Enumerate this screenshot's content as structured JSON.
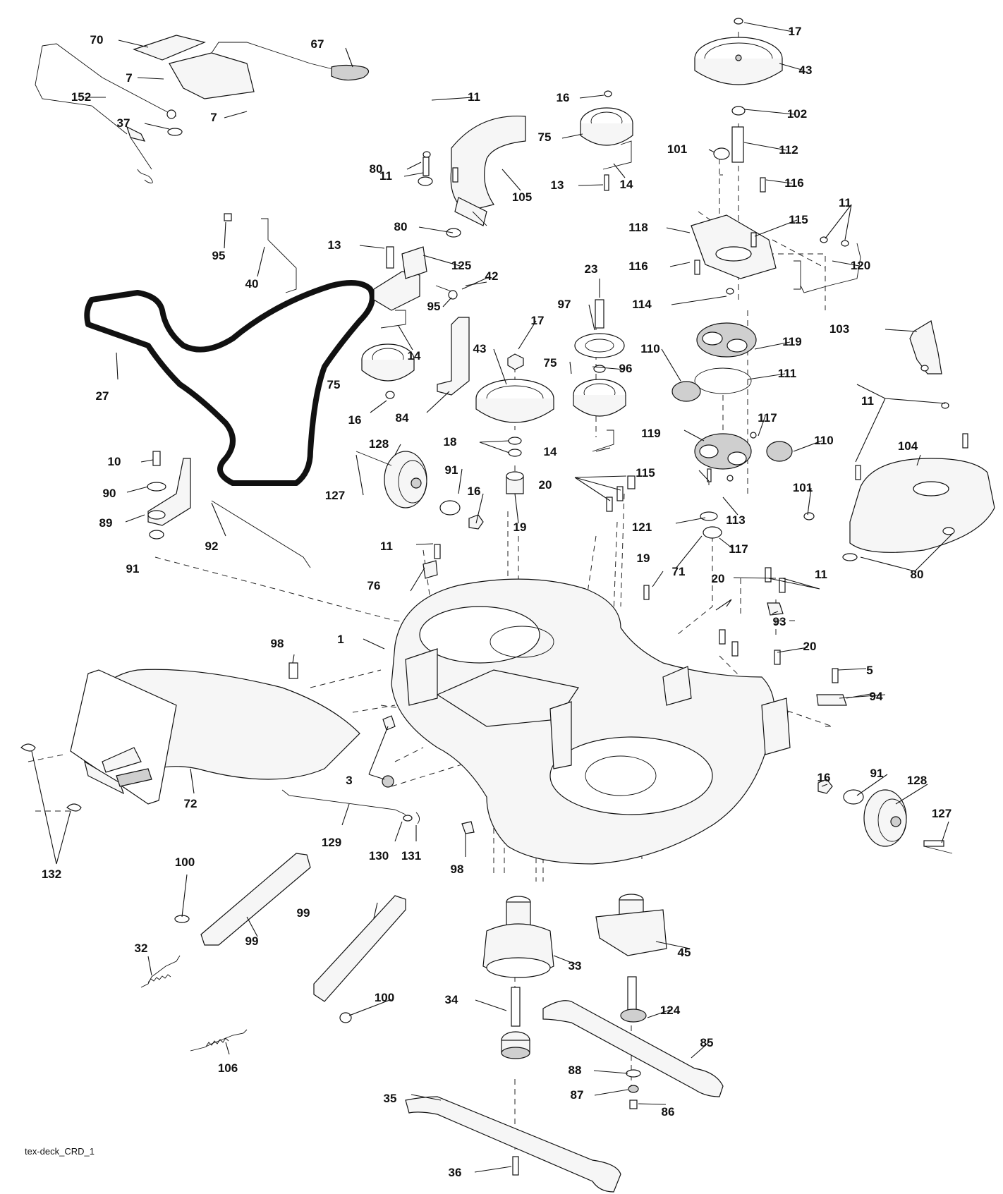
{
  "diagram": {
    "caption": "tex-deck_CRD_1",
    "callouts": [
      {
        "id": "c70",
        "text": "70"
      },
      {
        "id": "c67",
        "text": "67"
      },
      {
        "id": "c7a",
        "text": "7"
      },
      {
        "id": "c7b",
        "text": "7"
      },
      {
        "id": "c152",
        "text": "152"
      },
      {
        "id": "c37",
        "text": "37"
      },
      {
        "id": "c11a",
        "text": "11"
      },
      {
        "id": "c16a",
        "text": "16"
      },
      {
        "id": "c75a",
        "text": "75"
      },
      {
        "id": "c80a",
        "text": "80"
      },
      {
        "id": "c105",
        "text": "105"
      },
      {
        "id": "c11b",
        "text": "11"
      },
      {
        "id": "c13a",
        "text": "13"
      },
      {
        "id": "c14a",
        "text": "14"
      },
      {
        "id": "c80b",
        "text": "80"
      },
      {
        "id": "c17a",
        "text": "17"
      },
      {
        "id": "c43a",
        "text": "43"
      },
      {
        "id": "c102",
        "text": "102"
      },
      {
        "id": "c101a",
        "text": "101"
      },
      {
        "id": "c112",
        "text": "112"
      },
      {
        "id": "c116a",
        "text": "116"
      },
      {
        "id": "c11c",
        "text": "11"
      },
      {
        "id": "c118",
        "text": "118"
      },
      {
        "id": "c115a",
        "text": "115"
      },
      {
        "id": "c116b",
        "text": "116"
      },
      {
        "id": "c120",
        "text": "120"
      },
      {
        "id": "c95a",
        "text": "95"
      },
      {
        "id": "c40",
        "text": "40"
      },
      {
        "id": "c13b",
        "text": "13"
      },
      {
        "id": "c125",
        "text": "125"
      },
      {
        "id": "c42",
        "text": "42"
      },
      {
        "id": "c23",
        "text": "23"
      },
      {
        "id": "c114",
        "text": "114"
      },
      {
        "id": "c97",
        "text": "97"
      },
      {
        "id": "c95b",
        "text": "95"
      },
      {
        "id": "c17b",
        "text": "17"
      },
      {
        "id": "c103",
        "text": "103"
      },
      {
        "id": "c119a",
        "text": "119"
      },
      {
        "id": "c110a",
        "text": "110"
      },
      {
        "id": "c111",
        "text": "111"
      },
      {
        "id": "c27",
        "text": "27"
      },
      {
        "id": "c14b",
        "text": "14"
      },
      {
        "id": "c43b",
        "text": "43"
      },
      {
        "id": "c75b",
        "text": "75"
      },
      {
        "id": "c96",
        "text": "96"
      },
      {
        "id": "c75c",
        "text": "75"
      },
      {
        "id": "c16b",
        "text": "16"
      },
      {
        "id": "c84",
        "text": "84"
      },
      {
        "id": "c11d",
        "text": "11"
      },
      {
        "id": "c117a",
        "text": "117"
      },
      {
        "id": "c104",
        "text": "104"
      },
      {
        "id": "c119b",
        "text": "119"
      },
      {
        "id": "c110b",
        "text": "110"
      },
      {
        "id": "c18",
        "text": "18"
      },
      {
        "id": "c14c",
        "text": "14"
      },
      {
        "id": "c128a",
        "text": "128"
      },
      {
        "id": "c10",
        "text": "10"
      },
      {
        "id": "c91a",
        "text": "91"
      },
      {
        "id": "c115b",
        "text": "115"
      },
      {
        "id": "c20a",
        "text": "20"
      },
      {
        "id": "c101b",
        "text": "101"
      },
      {
        "id": "c90",
        "text": "90"
      },
      {
        "id": "c127a",
        "text": "127"
      },
      {
        "id": "c16c",
        "text": "16"
      },
      {
        "id": "c113",
        "text": "113"
      },
      {
        "id": "c89",
        "text": "89"
      },
      {
        "id": "c92",
        "text": "92"
      },
      {
        "id": "c19a",
        "text": "19"
      },
      {
        "id": "c121",
        "text": "121"
      },
      {
        "id": "c11e",
        "text": "11"
      },
      {
        "id": "c91b",
        "text": "91"
      },
      {
        "id": "c19b",
        "text": "19"
      },
      {
        "id": "c117b",
        "text": "117"
      },
      {
        "id": "c80c",
        "text": "80"
      },
      {
        "id": "c76",
        "text": "76"
      },
      {
        "id": "c71",
        "text": "71"
      },
      {
        "id": "c11f",
        "text": "11"
      },
      {
        "id": "c93",
        "text": "93"
      },
      {
        "id": "c98a",
        "text": "98"
      },
      {
        "id": "c1",
        "text": "1"
      },
      {
        "id": "c20b",
        "text": "20"
      },
      {
        "id": "c20c",
        "text": "20"
      },
      {
        "id": "c5",
        "text": "5"
      },
      {
        "id": "c94",
        "text": "94"
      },
      {
        "id": "c3",
        "text": "3"
      },
      {
        "id": "c72",
        "text": "72"
      },
      {
        "id": "c16d",
        "text": "16"
      },
      {
        "id": "c91c",
        "text": "91"
      },
      {
        "id": "c128b",
        "text": "128"
      },
      {
        "id": "c127b",
        "text": "127"
      },
      {
        "id": "c129",
        "text": "129"
      },
      {
        "id": "c130",
        "text": "130"
      },
      {
        "id": "c131",
        "text": "131"
      },
      {
        "id": "c98b",
        "text": "98"
      },
      {
        "id": "c132",
        "text": "132"
      },
      {
        "id": "c100a",
        "text": "100"
      },
      {
        "id": "c99a",
        "text": "99"
      },
      {
        "id": "c99b",
        "text": "99"
      },
      {
        "id": "c45",
        "text": "45"
      },
      {
        "id": "c33",
        "text": "33"
      },
      {
        "id": "c32",
        "text": "32"
      },
      {
        "id": "c100b",
        "text": "100"
      },
      {
        "id": "c34",
        "text": "34"
      },
      {
        "id": "c124",
        "text": "124"
      },
      {
        "id": "c106",
        "text": "106"
      },
      {
        "id": "c85",
        "text": "85"
      },
      {
        "id": "c88",
        "text": "88"
      },
      {
        "id": "c35",
        "text": "35"
      },
      {
        "id": "c87",
        "text": "87"
      },
      {
        "id": "c86",
        "text": "86"
      },
      {
        "id": "c36",
        "text": "36"
      }
    ]
  }
}
